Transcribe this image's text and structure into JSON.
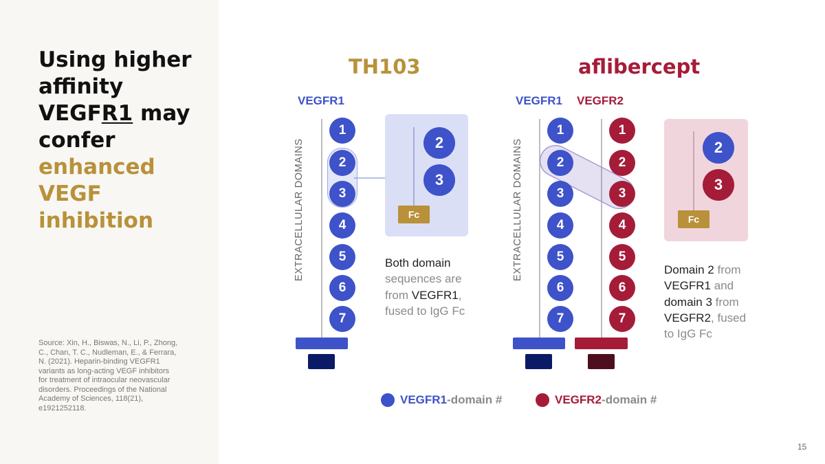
{
  "slide": {
    "title_lines": [
      "Using higher",
      "affinity",
      "VEGF",
      "R1",
      " may",
      "confer",
      "enhanced",
      "VEGF",
      "inhibition"
    ],
    "source": "Source: Xin, H., Biswas, N., Li, P., Zhong, C., Chan, T. C., Nudleman, E., & Ferrara, N. (2021). Heparin-binding VEGFR1 variants as long-acting VEGF inhibitors for treatment of intraocular neovascular disorders. Proceedings of the National Academy of Sciences, 118(21), e1921252118.",
    "page_number": "15"
  },
  "colors": {
    "vegfr1_blue": "#3e52c9",
    "vegfr2_red": "#a51c39",
    "gold": "#b8913a",
    "navy": "#0b1a66",
    "maroon": "#4f0e1d"
  },
  "th103": {
    "heading": "TH103",
    "receptor_label": "VEGFR1",
    "axis_label": "EXTRACELLULAR DOMAINS",
    "domains": [
      "1",
      "2",
      "3",
      "4",
      "5",
      "6",
      "7"
    ],
    "fusion_domains": [
      "2",
      "3"
    ],
    "fc_label": "Fc",
    "description": [
      "Both domain",
      "sequences are",
      "from ",
      "VEGFR1",
      ",",
      "fused to IgG Fc"
    ]
  },
  "aflibercept": {
    "heading": "aflibercept",
    "receptor1_label": "VEGFR1",
    "receptor2_label": "VEGFR2",
    "axis_label": "EXTRACELLULAR DOMAINS",
    "vegfr1_domains": [
      "1",
      "2",
      "3",
      "4",
      "5",
      "6",
      "7"
    ],
    "vegfr2_domains": [
      "1",
      "2",
      "3",
      "4",
      "5",
      "6",
      "7"
    ],
    "fusion_domains": [
      "2",
      "3"
    ],
    "fc_label": "Fc",
    "description": [
      "Domain 2",
      " from",
      "VEGFR1",
      " and",
      "domain 3",
      " from",
      "VEGFR2",
      ", fused",
      "to IgG Fc"
    ]
  },
  "legend": {
    "items": [
      {
        "key": "VEGFR1",
        "suffix": "-domain #"
      },
      {
        "key": "VEGFR2",
        "suffix": "-domain #"
      }
    ]
  }
}
